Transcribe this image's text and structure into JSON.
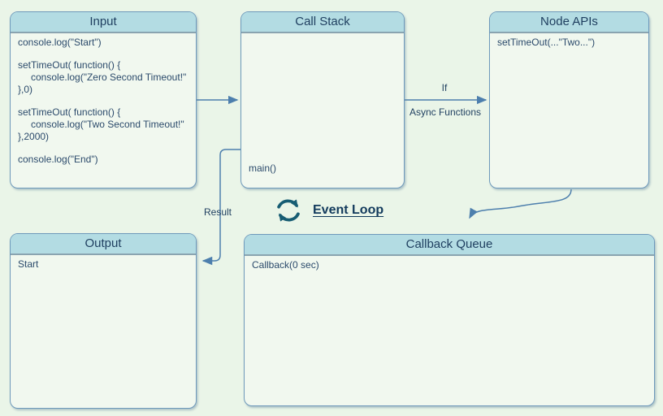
{
  "diagram": {
    "title_semantics": "JavaScript event loop flow diagram",
    "colors": {
      "background": "#eaf5e8",
      "box_fill": "#f1f8ef",
      "header_fill": "#b3dce3",
      "border": "#6e99bb",
      "arrow": "#4d7fad",
      "title_text": "#1e3e5f",
      "body_text": "#2b4a6b",
      "event_loop_icon": "#175d73"
    }
  },
  "boxes": {
    "input": {
      "title": "Input",
      "lines": [
        "console.log(\"Start\")",
        "setTimeOut( function() {",
        "console.log(\"Zero Second Timeout!\"",
        "},0)",
        "setTimeOut( function() {",
        "console.log(\"Two Second Timeout!\"",
        "},2000)",
        "console.log(\"End\")"
      ]
    },
    "call_stack": {
      "title": "Call Stack",
      "content": "main()"
    },
    "node_apis": {
      "title": "Node APIs",
      "content": "setTimeOut(...\"Two...\")"
    },
    "output": {
      "title": "Output",
      "content": "Start"
    },
    "callback_queue": {
      "title": "Callback Queue",
      "content": "Callback(0 sec)"
    }
  },
  "labels": {
    "if": "If",
    "async_functions": "Async Functions",
    "result": "Result",
    "event_loop": "Event Loop"
  },
  "icons": {
    "event_loop_icon": "circular-refresh-arrows"
  }
}
